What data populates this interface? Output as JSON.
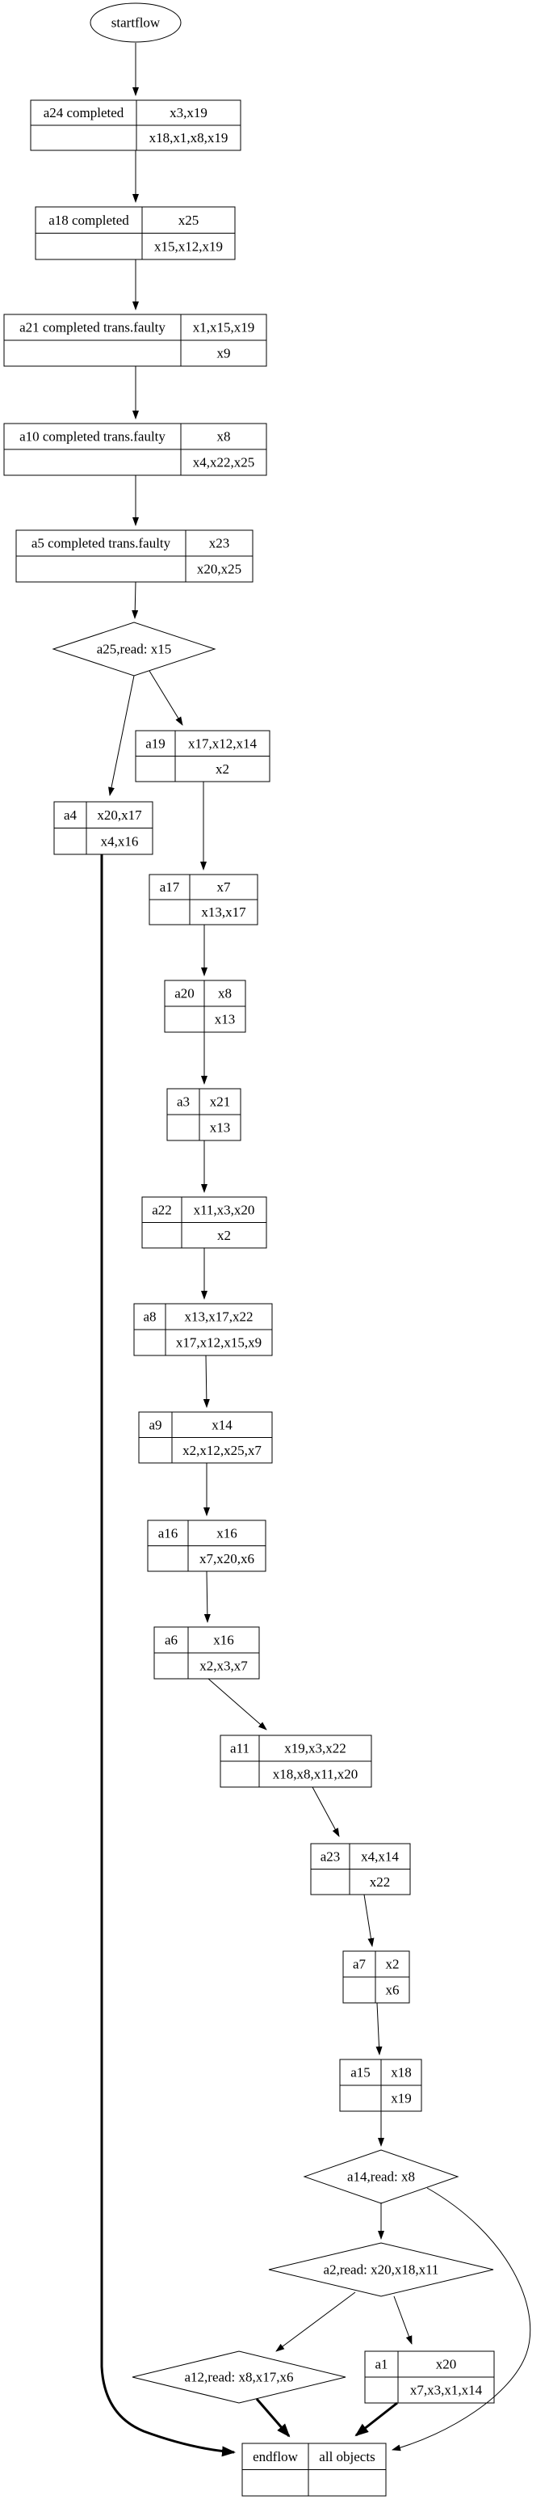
{
  "terminals": {
    "start": "startflow",
    "end_left": "endflow",
    "end_right": "all objects"
  },
  "nodes": {
    "a24": {
      "name": "a24 completed",
      "top": "x3,x19",
      "bottom": "x18,x1,x8,x19"
    },
    "a18": {
      "name": "a18 completed",
      "top": "x25",
      "bottom": "x15,x12,x19"
    },
    "a21": {
      "name": "a21 completed trans.faulty",
      "top": "x1,x15,x19",
      "bottom": "x9"
    },
    "a10": {
      "name": "a10 completed trans.faulty",
      "top": "x8",
      "bottom": "x4,x22,x25"
    },
    "a5": {
      "name": "a5 completed trans.faulty",
      "top": "x23",
      "bottom": "x20,x25"
    },
    "a19": {
      "name": "a19",
      "top": "x17,x12,x14",
      "bottom": "x2"
    },
    "a4": {
      "name": "a4",
      "top": "x20,x17",
      "bottom": "x4,x16"
    },
    "a17": {
      "name": "a17",
      "top": "x7",
      "bottom": "x13,x17"
    },
    "a20": {
      "name": "a20",
      "top": "x8",
      "bottom": "x13"
    },
    "a3": {
      "name": "a3",
      "top": "x21",
      "bottom": "x13"
    },
    "a22": {
      "name": "a22",
      "top": "x11,x3,x20",
      "bottom": "x2"
    },
    "a8": {
      "name": "a8",
      "top": "x13,x17,x22",
      "bottom": "x17,x12,x15,x9"
    },
    "a9": {
      "name": "a9",
      "top": "x14",
      "bottom": "x2,x12,x25,x7"
    },
    "a16": {
      "name": "a16",
      "top": "x16",
      "bottom": "x7,x20,x6"
    },
    "a6": {
      "name": "a6",
      "top": "x16",
      "bottom": "x2,x3,x7"
    },
    "a11": {
      "name": "a11",
      "top": "x19,x3,x22",
      "bottom": "x18,x8,x11,x20"
    },
    "a23": {
      "name": "a23",
      "top": "x4,x14",
      "bottom": "x22"
    },
    "a7": {
      "name": "a7",
      "top": "x2",
      "bottom": "x6"
    },
    "a15": {
      "name": "a15",
      "top": "x18",
      "bottom": "x19"
    },
    "a1": {
      "name": "a1",
      "top": "x20",
      "bottom": "x7,x3,x1,x14"
    }
  },
  "reads": {
    "a25": "a25,read: x15",
    "a14": "a14,read: x8",
    "a2": "a2,read: x20,x18,x11",
    "a12": "a12,read: x8,x17,x6"
  },
  "colors": {
    "stroke": "#000000",
    "background": "#ffffff"
  }
}
